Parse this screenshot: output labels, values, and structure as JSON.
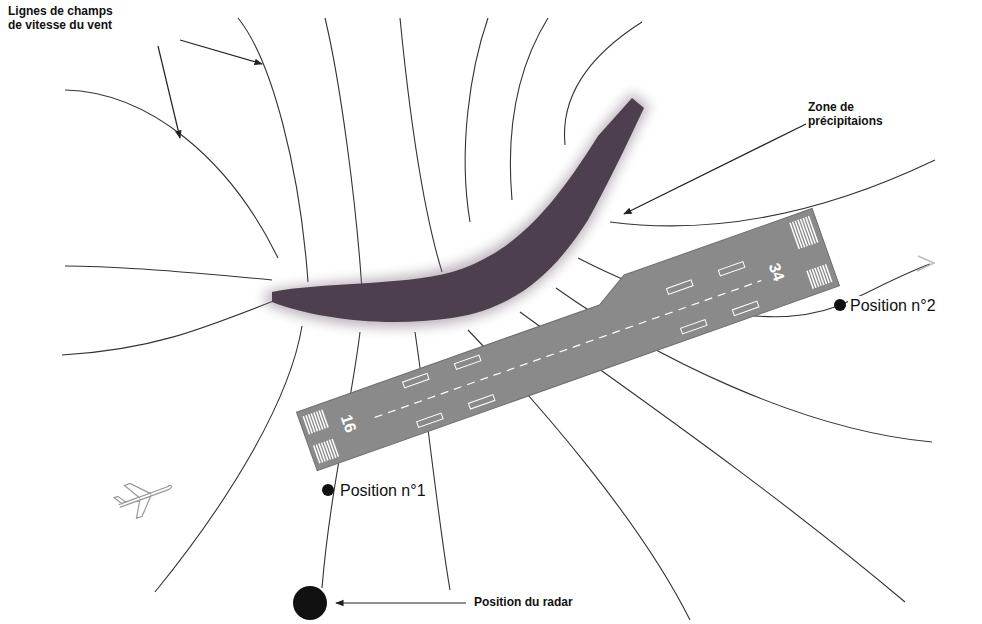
{
  "diagram": {
    "nodes": [
      {
        "text": [
          "16",
          "34"
        ]
      }
    ],
    "labels": [
      "Lignes de champs de vitesse du vent",
      "Zone de précipitaions",
      "Position n°1",
      "Position n°2",
      "Position du radar"
    ]
  }
}
